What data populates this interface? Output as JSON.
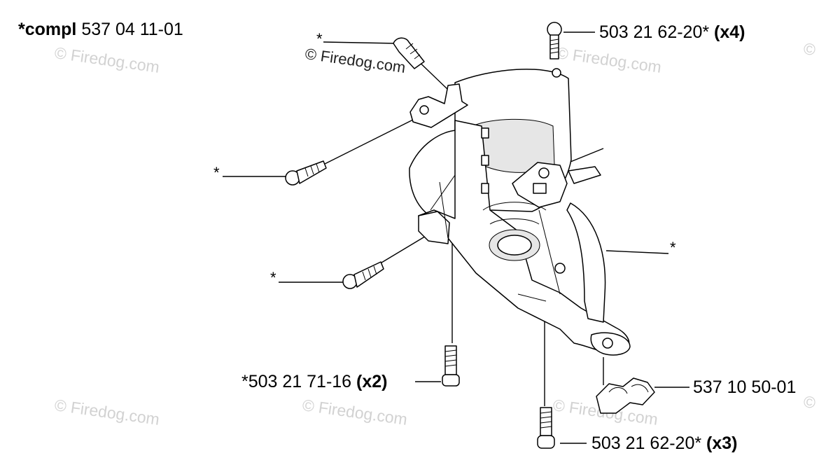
{
  "title": {
    "prefix": "*compl",
    "part_number": "537 04 11-01"
  },
  "callouts": {
    "screw_top": {
      "part": "503 21 62-20*",
      "qty": "(x4)"
    },
    "screw_bottom_left": {
      "part": "*503 21 71-16",
      "qty": "(x2)"
    },
    "clip": {
      "part": "537 10 50-01"
    },
    "screw_bottom": {
      "part": "503 21 62-20*",
      "qty": "(x3)"
    }
  },
  "asterisks": {
    "top_screw": "*",
    "left_screw_1": "*",
    "left_screw_2": "*",
    "right_housing": "*"
  },
  "watermarks": {
    "text": "© Firedog.com",
    "dark_text": "© Firedog.com"
  }
}
